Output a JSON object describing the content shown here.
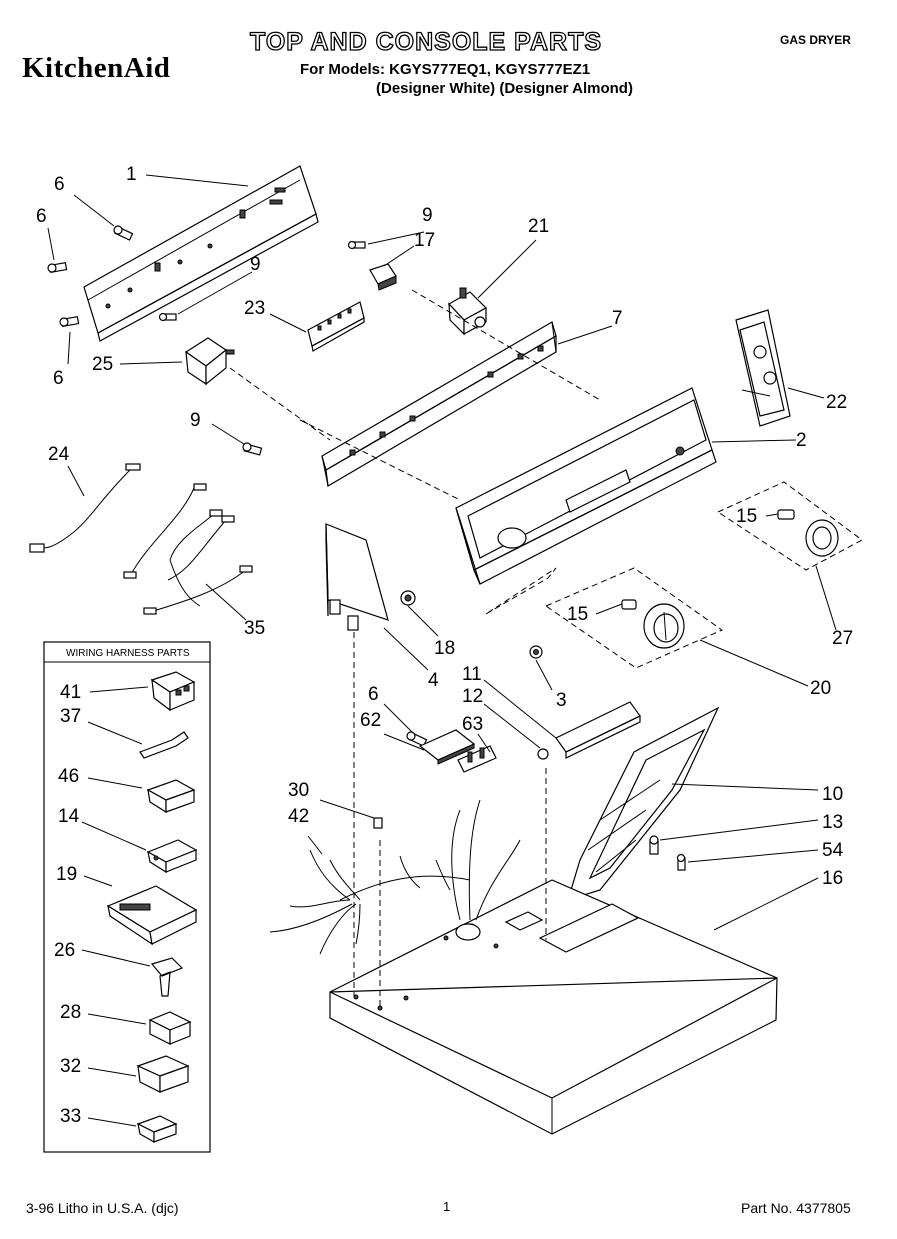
{
  "header": {
    "brand": "KitchenAid",
    "title": "TOP AND CONSOLE PARTS",
    "models": "For Models: KGYS777EQ1, KGYS777EZ1",
    "variants": "(Designer White) (Designer Almond)",
    "product_type": "GAS DRYER"
  },
  "legend": {
    "title": "WIRING HARNESS PARTS"
  },
  "callouts": {
    "c1": "1",
    "c6a": "6",
    "c6b": "6",
    "c6c": "6",
    "c9a": "9",
    "c17": "17",
    "c21": "21",
    "c9b": "9",
    "c23": "23",
    "c7": "7",
    "c25": "25",
    "c22": "22",
    "c9c": "9",
    "c2": "2",
    "c24": "24",
    "c15a": "15",
    "c35": "35",
    "c27": "27",
    "c18": "18",
    "c15b": "15",
    "c4": "4",
    "c20": "20",
    "c11": "11",
    "c3": "3",
    "c12": "12",
    "c6d": "6",
    "c62": "62",
    "c63": "63",
    "c10": "10",
    "c30": "30",
    "c13": "13",
    "c42": "42",
    "c54": "54",
    "c16": "16",
    "c41": "41",
    "c37": "37",
    "c46": "46",
    "c14": "14",
    "c19": "19",
    "c26": "26",
    "c28": "28",
    "c32": "32",
    "c33": "33"
  },
  "footer": {
    "litho": "3-96 Litho in U.S.A. (djc)",
    "page": "1",
    "part_no": "Part No. 4377805"
  }
}
